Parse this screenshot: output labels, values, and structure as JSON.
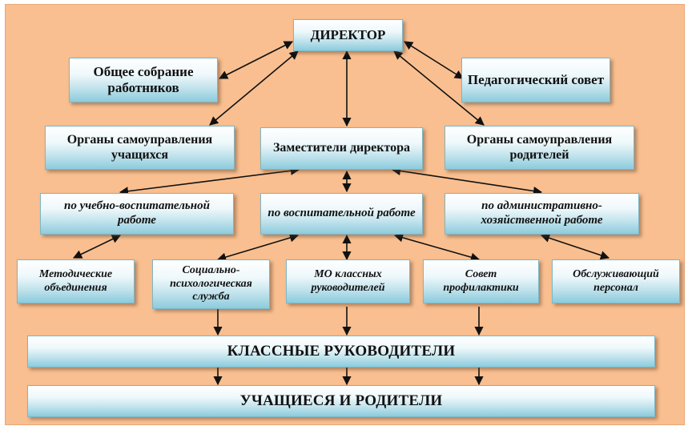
{
  "boxes": {
    "director": "ДИРЕКТОР",
    "general_meeting": "Общее собрание работников",
    "ped_council": "Педагогический совет",
    "student_self_gov": "Органы самоуправления учащихся",
    "deputies": "Заместители директора",
    "parent_self_gov": "Органы самоуправления родителей",
    "edu_work": "по учебно-воспитательной работе",
    "upbringing_work": "по воспитательной работе",
    "admin_work": "по административно-хозяйственной работе",
    "method_assoc": "Методические объединения",
    "social_psych": "Социально-психологическая служба",
    "mo_class": "МО классных руководителей",
    "prevention": "Совет профилактики",
    "service_staff": "Обслуживающий персонал",
    "class_teachers": "КЛАССНЫЕ РУКОВОДИТЕЛИ",
    "students_parents": "УЧАЩИЕСЯ И РОДИТЕЛИ"
  },
  "colors": {
    "background": "#f9bf90",
    "box_top": "#ffffff",
    "box_bottom": "#8ccbdc",
    "connector": "#111111"
  }
}
